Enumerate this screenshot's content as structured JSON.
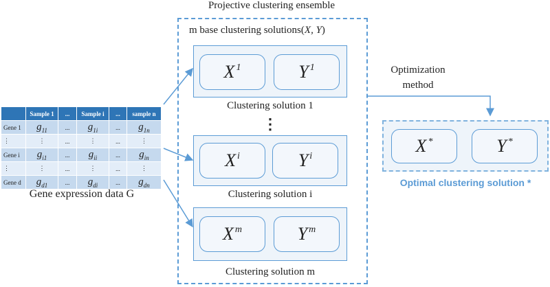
{
  "ensemble": {
    "title": "Projective clustering ensemble",
    "subtitle": "m base clustering solutions(",
    "subtitle_vars": "X, Y",
    "subtitle_end": ")",
    "vdots": "⋮",
    "solutions": [
      {
        "x_base": "X",
        "x_sup": "1",
        "y_base": "Y",
        "y_sup": "1",
        "caption": "Clustering solution 1"
      },
      {
        "x_base": "X",
        "x_sup": "i",
        "y_base": "Y",
        "y_sup": "i",
        "caption": "Clustering solution i"
      },
      {
        "x_base": "X",
        "x_sup": "m",
        "y_base": "Y",
        "y_sup": "m",
        "caption": "Clustering solution m"
      }
    ]
  },
  "gene_table": {
    "caption": "Gene expression data G",
    "headers": [
      "",
      "Sample 1",
      "...",
      "Sample i",
      "...",
      "sample n"
    ],
    "rows": [
      {
        "label": "Gene 1",
        "cells": [
          "g",
          "...",
          "g",
          "...",
          "g"
        ],
        "subs": [
          "11",
          "",
          "1i",
          "",
          "1n"
        ]
      },
      {
        "label": "⋮",
        "cells": [
          "⋮",
          "...",
          "⋮",
          "...",
          "⋮"
        ],
        "subs": [
          "",
          "",
          "",
          "",
          ""
        ]
      },
      {
        "label": "Gene i",
        "cells": [
          "g",
          "...",
          "g",
          "...",
          "g"
        ],
        "subs": [
          "i1",
          "",
          "ii",
          "",
          "in"
        ]
      },
      {
        "label": "⋮",
        "cells": [
          "⋮",
          "...",
          "⋮",
          "...",
          "⋮"
        ],
        "subs": [
          "",
          "",
          "",
          "",
          ""
        ]
      },
      {
        "label": "Gene d",
        "cells": [
          "g",
          "...",
          "g",
          "...",
          "g"
        ],
        "subs": [
          "d1",
          "",
          "di",
          "",
          "dn"
        ]
      }
    ]
  },
  "optimization": {
    "label_line1": "Optimization",
    "label_line2": "method"
  },
  "optimal": {
    "x_base": "X",
    "x_sup": "*",
    "y_base": "Y",
    "y_sup": "*",
    "caption": "Optimal clustering solution *"
  },
  "colors": {
    "accent": "#5b9bd5",
    "header_blue": "#2e75b6",
    "row_light": "#e3edf8",
    "row_mid": "#c5d9ee"
  }
}
